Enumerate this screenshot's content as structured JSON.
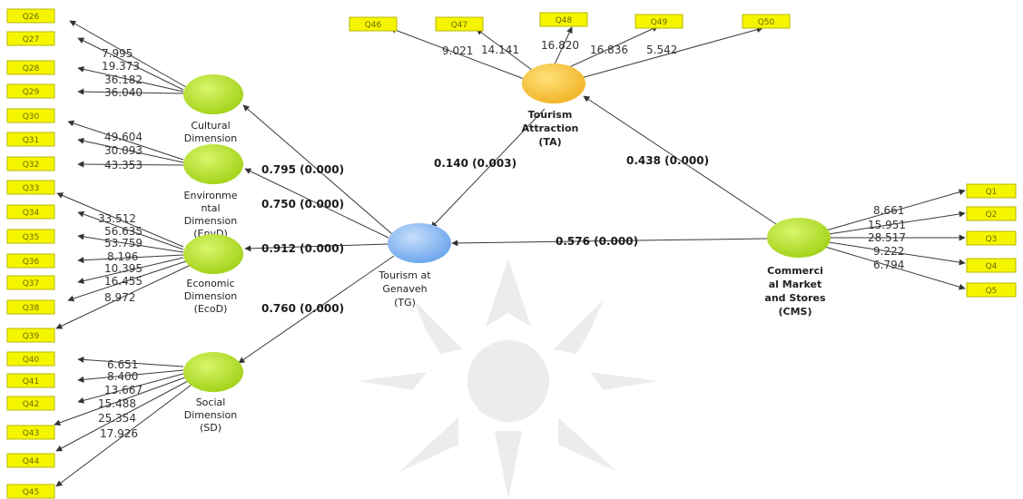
{
  "indicators": {
    "q26": "Q26",
    "q27": "Q27",
    "q28": "Q28",
    "q29": "Q29",
    "q30": "Q30",
    "q31": "Q31",
    "q32": "Q32",
    "q33": "Q33",
    "q34": "Q34",
    "q35": "Q35",
    "q36": "Q36",
    "q37": "Q37",
    "q38": "Q38",
    "q39": "Q39",
    "q40": "Q40",
    "q41": "Q41",
    "q42": "Q42",
    "q43": "Q43",
    "q44": "Q44",
    "q45": "Q45",
    "q46": "Q46",
    "q47": "Q47",
    "q48": "Q48",
    "q49": "Q49",
    "q50": "Q50",
    "q1": "Q1",
    "q2": "Q2",
    "q3": "Q3",
    "q4": "Q4",
    "q5": "Q5"
  },
  "constructs": {
    "cultural": [
      "Cultural",
      "Dimension"
    ],
    "environmental": [
      "Environme",
      "ntal",
      "Dimension",
      "(EnvD)"
    ],
    "economic": [
      "Economic",
      "Dimension",
      "(EcoD)"
    ],
    "social": [
      "Social",
      "Dimension",
      "(SD)"
    ],
    "tourism_genaveh": [
      "Tourism at",
      "Genaveh",
      "(TG)"
    ],
    "tourism_attraction": [
      "Tourism",
      "Attraction",
      "(TA)"
    ],
    "commercial": [
      "Commerci",
      "al Market",
      "and Stores",
      "(CMS)"
    ]
  },
  "loadings": {
    "q26": "7.995",
    "q27": "19.373",
    "q28": "36.182",
    "q29": "36.040",
    "q30": "49.604",
    "q31": "30.093",
    "q32": "43.353",
    "q33": "33.512",
    "q34": "56.635",
    "q35": "53.759",
    "q36": "8.196",
    "q37": "10.395",
    "q38": "16.455",
    "q39": "8.972",
    "q40": "6.651",
    "q41": "8.400",
    "q42": "13.667",
    "q43": "15.488",
    "q44": "25.354",
    "q45": "17.926",
    "q46": "9.021",
    "q47": "14.141",
    "q48": "16.820",
    "q49": "16.836",
    "q50": "5.542",
    "q1": "8.661",
    "q2": "15.951",
    "q3": "28.517",
    "q4": "9.222",
    "q5": "6.794"
  },
  "paths": {
    "tg_cultural": "0.795 (0.000)",
    "tg_environmental": "0.750 (0.000)",
    "tg_economic": "0.912 (0.000)",
    "tg_social": "0.760 (0.000)",
    "ta_tg": "0.140 (0.003)",
    "cms_ta": "0.438 (0.000)",
    "cms_tg": "0.576 (0.000)"
  },
  "colors": {
    "indicator_box": "#f5f500",
    "construct_green": "#b5e61d",
    "construct_blue": "#8fbdf2",
    "construct_orange": "#f5c242"
  }
}
